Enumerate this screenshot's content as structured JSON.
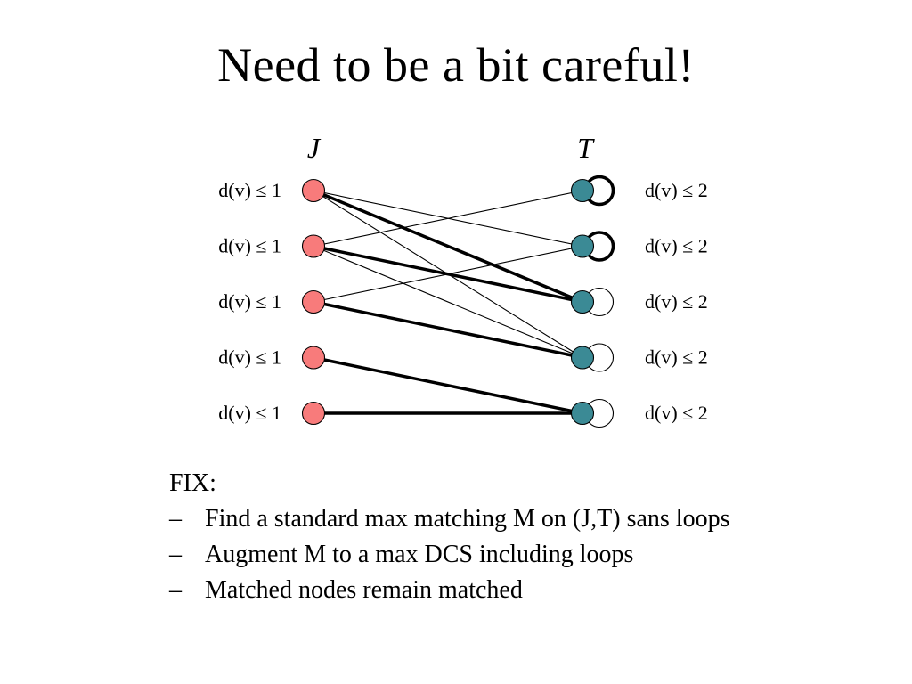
{
  "title": "Need to be a bit careful!",
  "diagram": {
    "left_set_label": "J",
    "right_set_label": "T",
    "left_degree_label": "d(v) ≤ 1",
    "right_degree_label": "d(v) ≤ 2",
    "left_node_color": "#f87b7b",
    "right_node_color": "#3b8a95",
    "left_nodes": [
      "J1",
      "J2",
      "J3",
      "J4",
      "J5"
    ],
    "right_nodes": [
      "T1",
      "T2",
      "T3",
      "T4",
      "T5"
    ],
    "loops": [
      {
        "node": "T1",
        "bold": true
      },
      {
        "node": "T2",
        "bold": true
      },
      {
        "node": "T3",
        "bold": false
      },
      {
        "node": "T4",
        "bold": false
      },
      {
        "node": "T5",
        "bold": false
      }
    ],
    "edges": [
      {
        "from": "J1",
        "to": "T2",
        "bold": false
      },
      {
        "from": "J1",
        "to": "T3",
        "bold": true
      },
      {
        "from": "J1",
        "to": "T4",
        "bold": false
      },
      {
        "from": "J2",
        "to": "T1",
        "bold": false
      },
      {
        "from": "J2",
        "to": "T3",
        "bold": true
      },
      {
        "from": "J2",
        "to": "T4",
        "bold": false
      },
      {
        "from": "J3",
        "to": "T2",
        "bold": false
      },
      {
        "from": "J3",
        "to": "T4",
        "bold": true
      },
      {
        "from": "J4",
        "to": "T5",
        "bold": true
      },
      {
        "from": "J5",
        "to": "T5",
        "bold": true
      }
    ]
  },
  "fix": {
    "heading": "FIX:",
    "dash": "–",
    "items": [
      "Find a standard max matching M on (J,T) sans loops",
      "Augment M to a max DCS including loops",
      "Matched nodes remain matched"
    ]
  }
}
